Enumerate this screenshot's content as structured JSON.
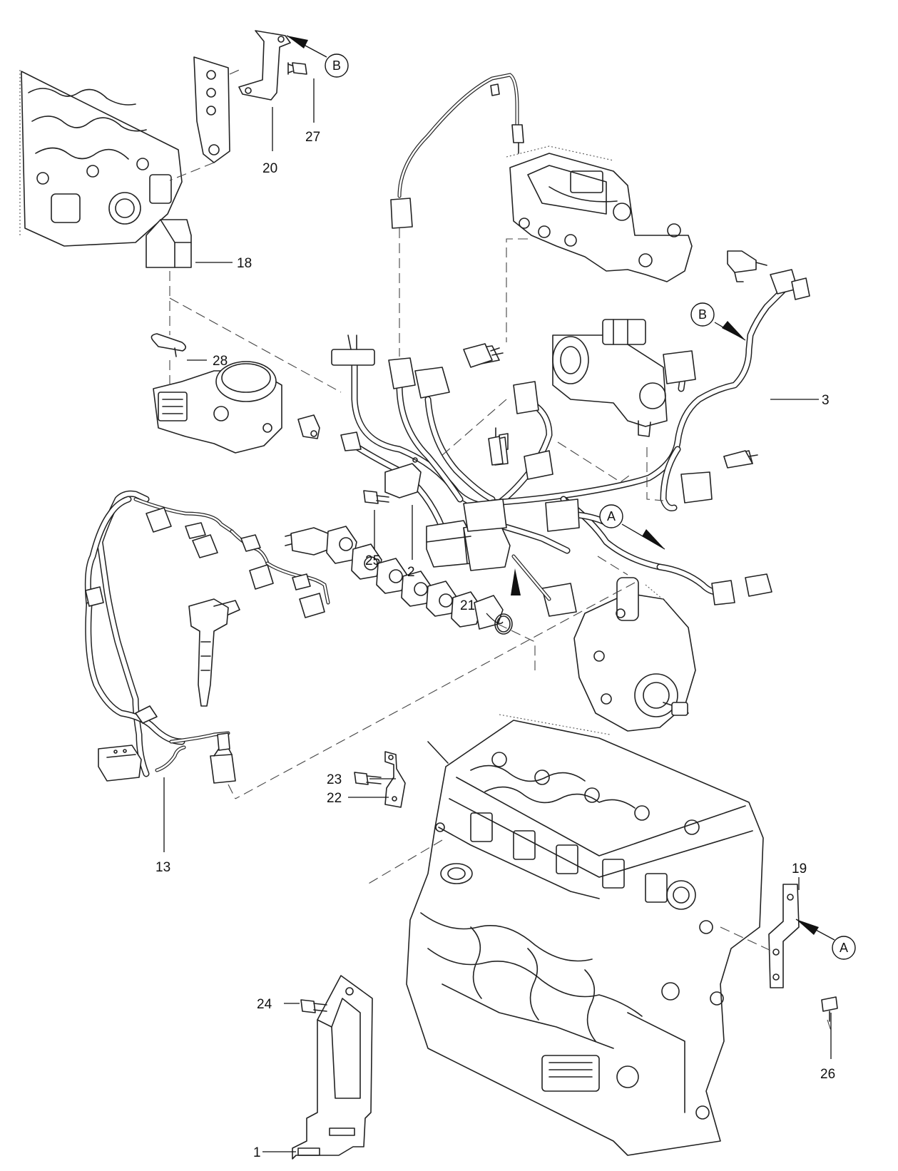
{
  "callouts": {
    "c1": "1",
    "c2": "2",
    "c3": "3",
    "c13": "13",
    "c18": "18",
    "c19": "19",
    "c20": "20",
    "c21": "21",
    "c22": "22",
    "c23": "23",
    "c24": "24",
    "c25": "25",
    "c26": "26",
    "c27": "27",
    "c28": "28"
  },
  "references": {
    "a_right_bracket": "A",
    "a_harness": "A",
    "b_top_bracket": "B",
    "b_harness": "B"
  },
  "colors": {
    "line": "#222222",
    "background": "#ffffff"
  }
}
